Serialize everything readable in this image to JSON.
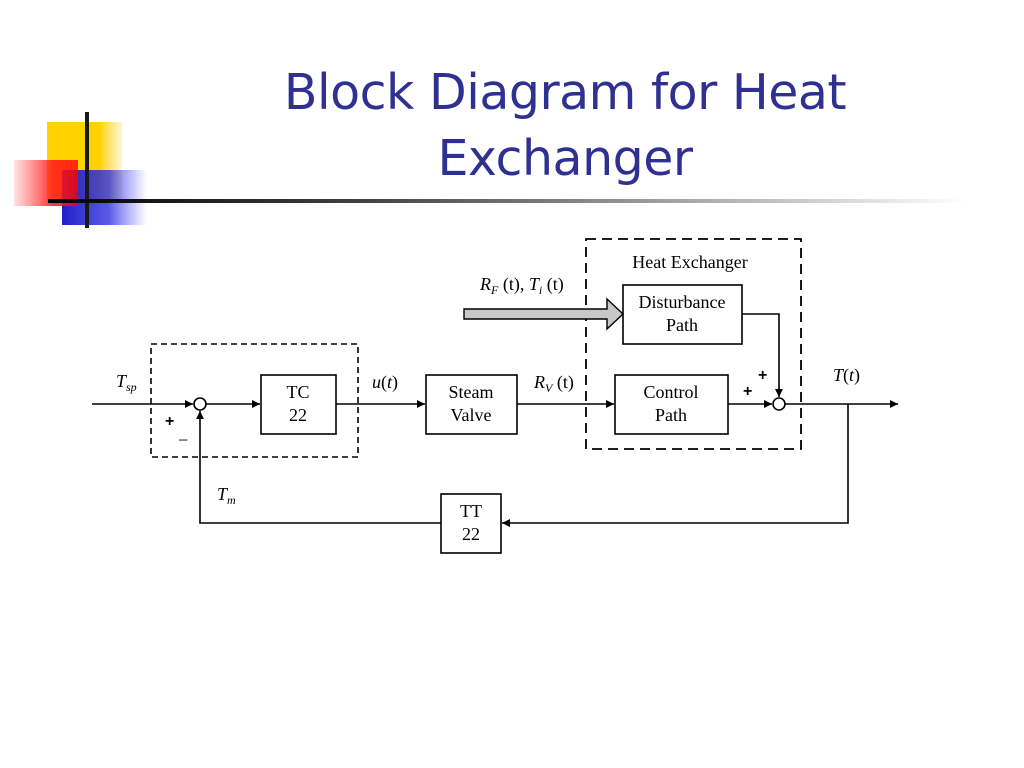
{
  "title": {
    "line1": "Block Diagram for Heat",
    "line2": "Exchanger"
  },
  "diagram": {
    "tc_block": {
      "line1": "TC",
      "line2": "22"
    },
    "valve_block": {
      "line1": "Steam",
      "line2": "Valve"
    },
    "control_block": {
      "line1": "Control",
      "line2": "Path"
    },
    "disturbance_block": {
      "line1": "Disturbance",
      "line2": "Path"
    },
    "tt_block": {
      "line1": "TT",
      "line2": "22"
    },
    "heat_exchanger_label": "Heat Exchanger",
    "signals": {
      "tsp_main": "T",
      "tsp_sub": "sp",
      "u_main": "u",
      "u_paren_open": "(",
      "u_arg": "t",
      "u_paren_close": ")",
      "rv_main": "R",
      "rv_sub": "V",
      "rv_arg": " (t)",
      "rf_main": "R",
      "rf_sub": "F",
      "rf_arg": " (t), ",
      "ti_main": "T",
      "ti_sub": "i",
      "ti_arg": " (t)",
      "t_main": "T",
      "t_paren_open": "(",
      "t_arg": "t",
      "t_paren_close": ")",
      "tm_main": "T",
      "tm_sub": "m"
    },
    "signs": {
      "sum1_plus": "+",
      "sum1_minus": "−",
      "sum2_top_plus": "+",
      "sum2_left_plus": "+"
    }
  }
}
